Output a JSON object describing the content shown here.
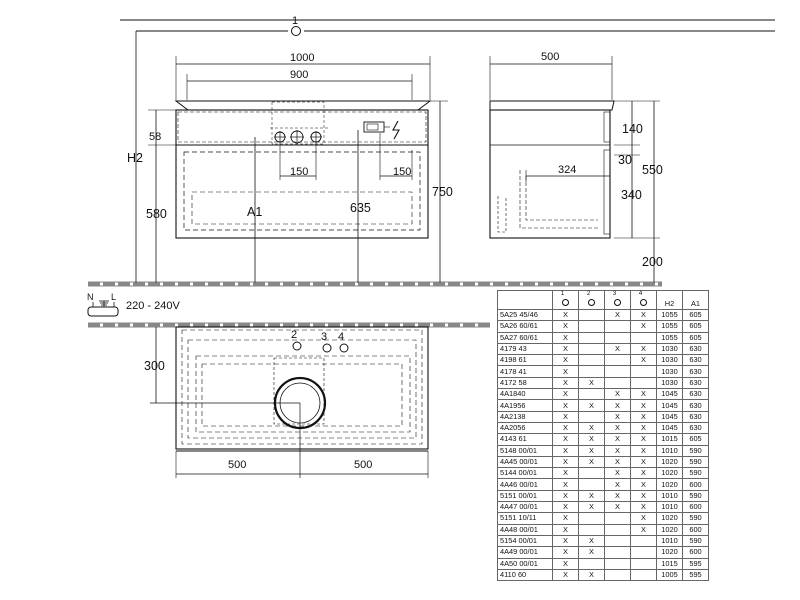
{
  "labels": {
    "top_connection": "1",
    "front_width": "1000",
    "front_inner_width": "900",
    "side_depth": "500",
    "shelf_58": "58",
    "h2": "H2",
    "h_580": "580",
    "a1": "A1",
    "h_635": "635",
    "h_750": "750",
    "spacing_left": "150",
    "spacing_right": "150",
    "side_140": "140",
    "side_30": "30",
    "side_324": "324",
    "side_340": "340",
    "side_550": "550",
    "floor_200": "200",
    "plan_300": "300",
    "plan_left_500": "500",
    "plan_right_500": "500",
    "plan_conn_2": "2",
    "plan_conn_3": "3",
    "plan_conn_4": "4",
    "power_n": "N",
    "power_l": "L",
    "voltage": "220 - 240V"
  },
  "table": {
    "headers": [
      "1",
      "2",
      "3",
      "4",
      "H2",
      "A1"
    ],
    "rows": [
      [
        "5A25 45/46",
        "X",
        "",
        "X",
        "X",
        "1055",
        "605"
      ],
      [
        "5A26 60/61",
        "X",
        "",
        "",
        "X",
        "1055",
        "605"
      ],
      [
        "5A27 60/61",
        "X",
        "",
        "",
        "",
        "1055",
        "605"
      ],
      [
        "4179 43",
        "X",
        "",
        "X",
        "X",
        "1030",
        "630"
      ],
      [
        "4198 61",
        "X",
        "",
        "",
        "X",
        "1030",
        "630"
      ],
      [
        "4178 41",
        "X",
        "",
        "",
        "",
        "1030",
        "630"
      ],
      [
        "4172 58",
        "X",
        "X",
        "",
        "",
        "1030",
        "630"
      ],
      [
        "4A1840",
        "X",
        "",
        "X",
        "X",
        "1045",
        "630"
      ],
      [
        "4A1956",
        "X",
        "X",
        "X",
        "X",
        "1045",
        "630"
      ],
      [
        "4A2138",
        "X",
        "",
        "X",
        "X",
        "1045",
        "630"
      ],
      [
        "4A2056",
        "X",
        "X",
        "X",
        "X",
        "1045",
        "630"
      ],
      [
        "4143 61",
        "X",
        "X",
        "X",
        "X",
        "1015",
        "605"
      ],
      [
        "5148 00/01",
        "X",
        "X",
        "X",
        "X",
        "1010",
        "590"
      ],
      [
        "4A45 00/01",
        "X",
        "X",
        "X",
        "X",
        "1020",
        "590"
      ],
      [
        "5144 00/01",
        "X",
        "",
        "X",
        "X",
        "1020",
        "590"
      ],
      [
        "4A46 00/01",
        "X",
        "",
        "X",
        "X",
        "1020",
        "600"
      ],
      [
        "5151 00/01",
        "X",
        "X",
        "X",
        "X",
        "1010",
        "590"
      ],
      [
        "4A47 00/01",
        "X",
        "X",
        "X",
        "X",
        "1010",
        "600"
      ],
      [
        "5151 10/11",
        "X",
        "",
        "",
        "X",
        "1020",
        "590"
      ],
      [
        "4A48 00/01",
        "X",
        "",
        "",
        "X",
        "1020",
        "600"
      ],
      [
        "5154 00/01",
        "X",
        "X",
        "",
        "",
        "1010",
        "590"
      ],
      [
        "4A49 00/01",
        "X",
        "X",
        "",
        "",
        "1020",
        "600"
      ],
      [
        "4A50 00/01",
        "X",
        "",
        "",
        "",
        "1015",
        "595"
      ],
      [
        "4110 60",
        "X",
        "X",
        "",
        "",
        "1005",
        "595"
      ]
    ]
  }
}
